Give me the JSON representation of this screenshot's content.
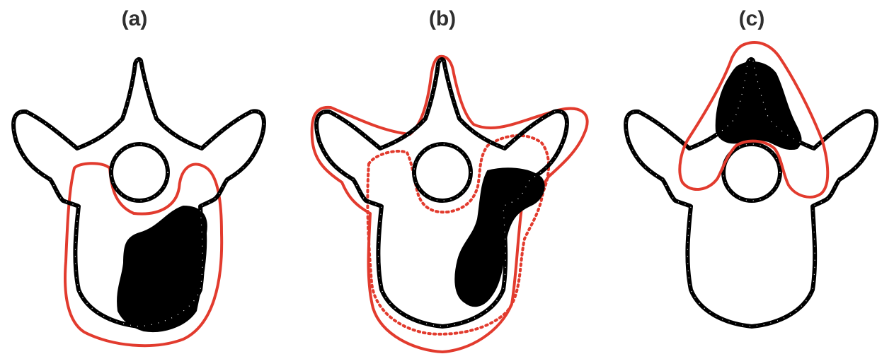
{
  "panels": [
    {
      "id": "a",
      "label": "(a)"
    },
    {
      "id": "b",
      "label": "(b)"
    },
    {
      "id": "c",
      "label": "(c)"
    }
  ],
  "colors": {
    "outline": "#000000",
    "resection_margin": "#e23b2e",
    "tumor": "#000000",
    "label_text": "#2f2f2f"
  }
}
